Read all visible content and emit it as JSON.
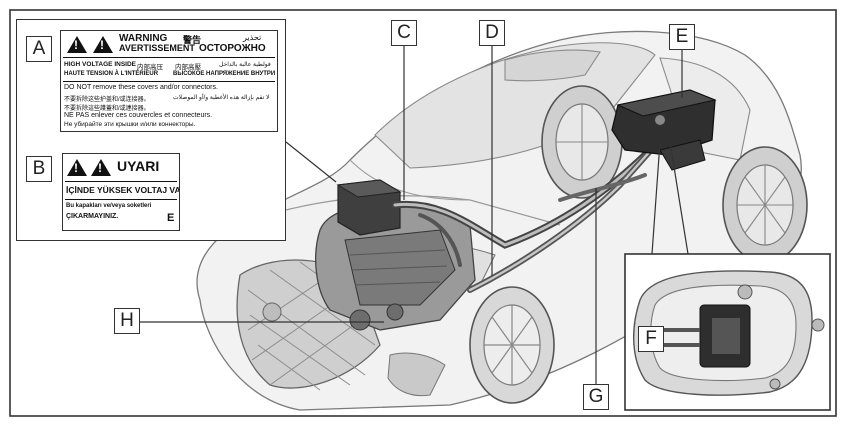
{
  "callouts": {
    "a": "A",
    "b": "B",
    "c": "C",
    "d": "D",
    "e": "E",
    "f": "F",
    "g": "G",
    "h": "H"
  },
  "label_a": {
    "warning_en": "WARNING",
    "warning_fr": "AVERTISSEMENT",
    "warning_zh": "警告",
    "warning_ar": "تحذير",
    "warning_ru": "ОСТОРОЖНО",
    "line_high_voltage": "HIGH VOLTAGE INSIDE",
    "line_high_voltage_zh": "内部高压",
    "line_high_voltage_zh2": "内部高壓",
    "line_high_voltage_ar": "فولطية عالية بالداخل",
    "line_fr_ru": "HAUTE TENSION À L'INTÉRIEUR",
    "line_ru2": "ВЫСОКОЕ НАПРЯЖЕНИЕ ВНУТРИ",
    "line_do_not": "DO NOT remove these covers and/or connectors.",
    "line_zh_remove": "不要拆除这些护盖和/或连接器。",
    "line_zh_remove2": "不要拆除這些護蓋和/或連接器。",
    "line_ar_remove": "لا تقم بإزالة هذه الأغطية و/أو الموصلات",
    "line_fr_remove": "NE PAS enlever ces couvercles et connecteurs.",
    "line_ru_remove": "Не убирайте эти крышки и/или коннекторы."
  },
  "label_b": {
    "uyari": "UYARI",
    "line1": "İÇİNDE YÜKSEK VOLTAJ VAR",
    "line2": "Bu kapakları ve/veya soketleri",
    "line3": "ÇIKARMAYINIZ.",
    "tag": "E"
  }
}
